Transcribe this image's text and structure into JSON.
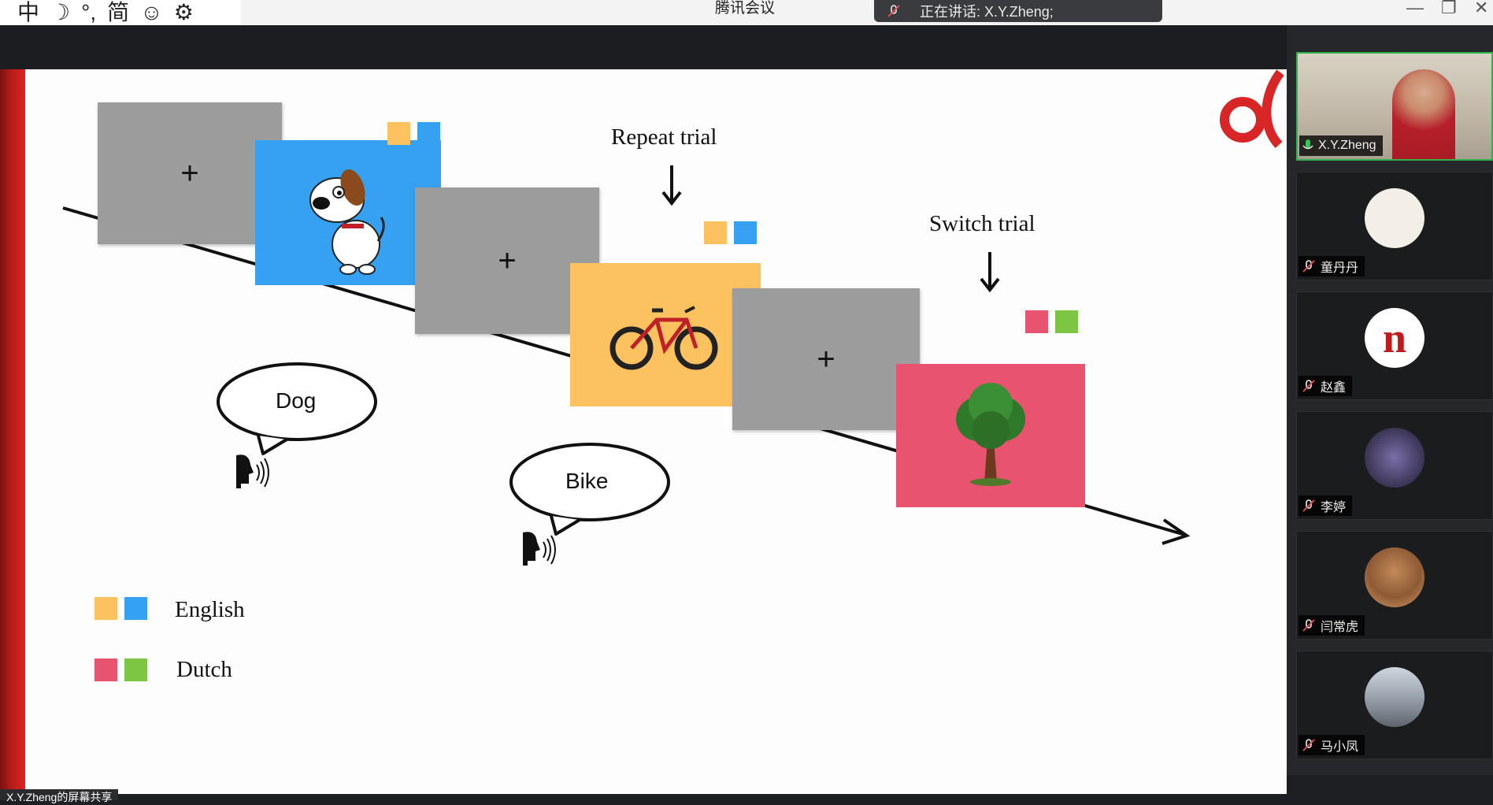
{
  "window": {
    "app_title": "腾讯会议",
    "speaker_status": "正在讲话: X.Y.Zheng;",
    "ime_toolbar": [
      "中",
      "☽",
      "°,",
      "简",
      "☺",
      "⚙"
    ]
  },
  "slide": {
    "repeat_label": "Repeat trial",
    "switch_label": "Switch trial",
    "bubble1": "Dog",
    "bubble2": "Bike",
    "legend": [
      {
        "label": "English",
        "colors": [
          "#fcc25f",
          "#36a0f1"
        ]
      },
      {
        "label": "Dutch",
        "colors": [
          "#e8536f",
          "#7cc644"
        ]
      }
    ],
    "colors": {
      "gray": "#9c9c9c",
      "blue": "#36a0f1",
      "orange": "#fcc25f",
      "pink": "#e8536f",
      "green": "#7cc644"
    }
  },
  "participants": [
    {
      "name": "X.Y.Zheng",
      "active": true,
      "mic": "on"
    },
    {
      "name": "童丹丹",
      "mic": "muted"
    },
    {
      "name": "赵鑫",
      "mic": "muted"
    },
    {
      "name": "李婷",
      "mic": "muted"
    },
    {
      "name": "闫常虎",
      "mic": "muted"
    },
    {
      "name": "马小凤",
      "mic": "muted"
    }
  ],
  "share_label": "X.Y.Zheng的屏幕共享"
}
